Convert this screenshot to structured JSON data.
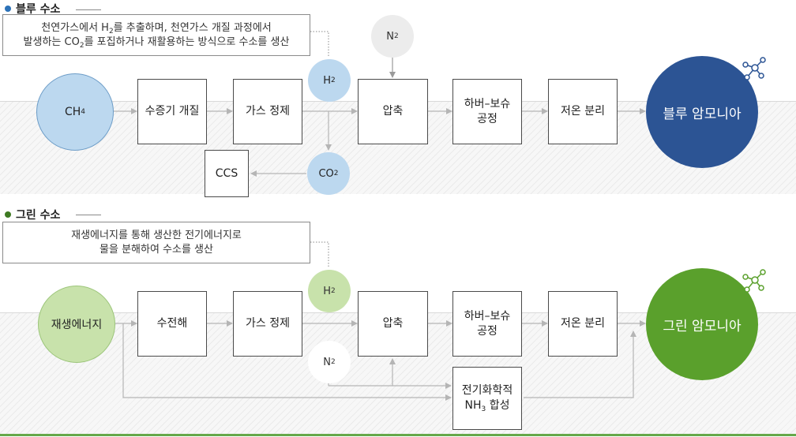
{
  "blue": {
    "title": "블루 수소",
    "desc_line1_a": "천연가스에서 H",
    "desc_line1_sub": "2",
    "desc_line1_b": "를 추출하며, 천연가스 개질 과정에서",
    "desc_line2_a": "발생하는 CO",
    "desc_line2_sub": "2",
    "desc_line2_b": "를 포집하거나 재활용하는 방식으로 수소를 생산",
    "source_main": "CH",
    "source_sub": "4",
    "reforming": "수증기 개질",
    "gas_purification": "가스 정제",
    "compression": "압축",
    "haber_line1": "하버–보슈",
    "haber_line2": "공정",
    "separation": "저온 분리",
    "product": "블루 암모니아",
    "h2_main": "H",
    "h2_sub": "2",
    "n2_main": "N",
    "n2_sub": "2",
    "co2_main": "CO",
    "co2_sub": "2",
    "ccs": "CCS",
    "accent_color": "#2c5494"
  },
  "green": {
    "title": "그린 수소",
    "desc_line1": "재생에너지를 통해 생산한 전기에너지로",
    "desc_line2": "물을 분해하여 수소를 생산",
    "source": "재생에너지",
    "electrolysis": "수전해",
    "gas_purification": "가스 정제",
    "compression": "압축",
    "haber_line1": "하버–보슈",
    "haber_line2": "공정",
    "separation": "저온 분리",
    "product": "그린 암모니아",
    "h2_main": "H",
    "h2_sub": "2",
    "n2_main": "N",
    "n2_sub": "2",
    "echem_line1": "전기화학적",
    "echem_nh": "NH",
    "echem_sub": "3",
    "echem_rest": " 합성",
    "accent_color": "#5aa02c"
  }
}
